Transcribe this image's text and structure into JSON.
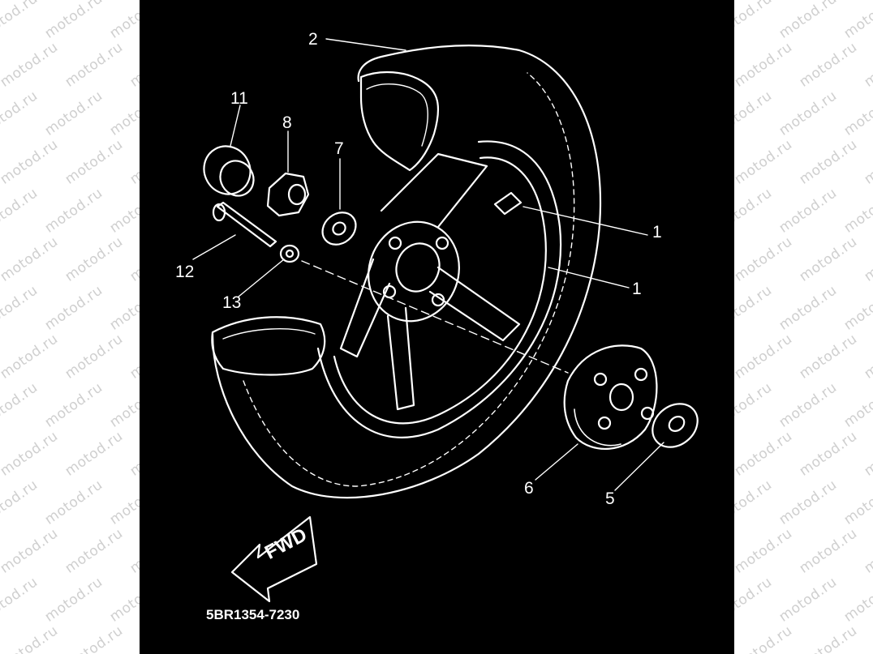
{
  "watermark": "motod.ru",
  "diagram": {
    "part_number": "5BR1354-7230",
    "direction_label": "FWD",
    "callouts": [
      {
        "id": "c2",
        "text": "2"
      },
      {
        "id": "c11",
        "text": "11"
      },
      {
        "id": "c8",
        "text": "8"
      },
      {
        "id": "c7",
        "text": "7"
      },
      {
        "id": "c1a",
        "text": "1"
      },
      {
        "id": "c1b",
        "text": "1"
      },
      {
        "id": "c12",
        "text": "12"
      },
      {
        "id": "c13",
        "text": "13"
      },
      {
        "id": "c6",
        "text": "6"
      },
      {
        "id": "c5",
        "text": "5"
      }
    ]
  },
  "colors": {
    "background": "#000000",
    "linework": "#ffffff",
    "margin": "#ffffff",
    "watermark": "#cfcfcf"
  }
}
